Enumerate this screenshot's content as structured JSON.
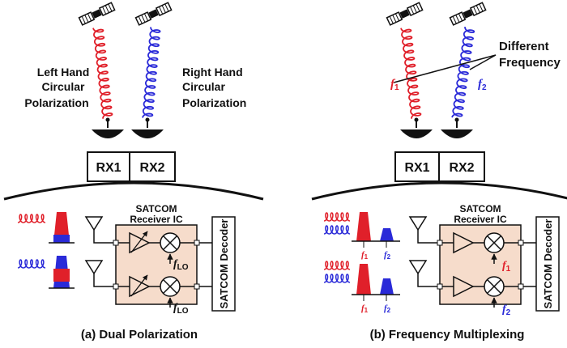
{
  "left": {
    "labels": {
      "lhcp_1": "Left Hand",
      "lhcp_2": "Circular",
      "lhcp_3": "Polarization",
      "rhcp_1": "Right Hand",
      "rhcp_2": "Circular",
      "rhcp_3": "Polarization"
    },
    "rx1": "RX1",
    "rx2": "RX2",
    "ic_title_1": "SATCOM",
    "ic_title_2": "Receiver IC",
    "decoder": "SATCOM Decoder",
    "lo_top": "f",
    "lo_top_sub": "LO",
    "lo_bot": "f",
    "lo_bot_sub": "LO",
    "caption": "(a) Dual Polarization"
  },
  "right": {
    "different_1": "Different",
    "different_2": "Frequency",
    "f1": "f",
    "f1_sub": "1",
    "f2": "f",
    "f2_sub": "2",
    "rx1": "RX1",
    "rx2": "RX2",
    "ic_title_1": "SATCOM",
    "ic_title_2": "Receiver IC",
    "decoder": "SATCOM Decoder",
    "spec_f1_top": "f",
    "spec_f1_top_sub": "1",
    "spec_f2_top": "f",
    "spec_f2_top_sub": "2",
    "spec_f1_bot": "f",
    "spec_f1_bot_sub": "1",
    "spec_f2_bot": "f",
    "spec_f2_bot_sub": "2",
    "lo_top": "f",
    "lo_top_sub": "1",
    "lo_bot": "f",
    "lo_bot_sub": "2",
    "caption": "(b) Frequency Multiplexing"
  },
  "colors": {
    "red": "#e0202a",
    "blue": "#2a2ad8",
    "ic_fill": "#f6dccb",
    "black": "#111111"
  }
}
